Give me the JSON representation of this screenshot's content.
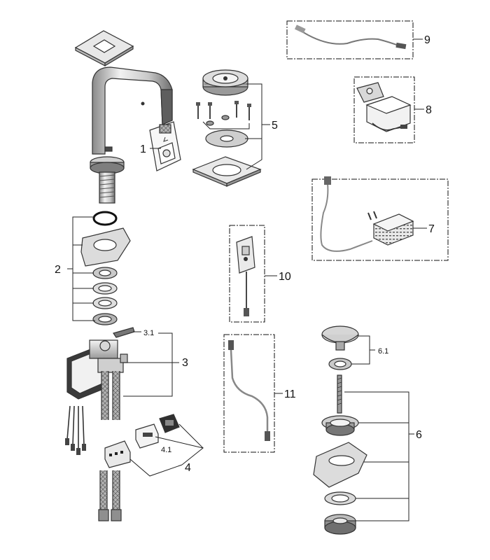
{
  "callouts": {
    "c1": "1",
    "c2": "2",
    "c3": "3",
    "c3_1": "3.1",
    "c4": "4",
    "c4_1": "4.1",
    "c5": "5",
    "c6": "6",
    "c6_1": "6.1",
    "c7": "7",
    "c8": "8",
    "c9": "9",
    "c10": "10",
    "c11": "11"
  },
  "colors": {
    "line": "#222222",
    "metal_light": "#e6e6e6",
    "metal_mid": "#bdbdbd",
    "metal_dark": "#7a7a7a",
    "hose": "#9a9a9a"
  }
}
